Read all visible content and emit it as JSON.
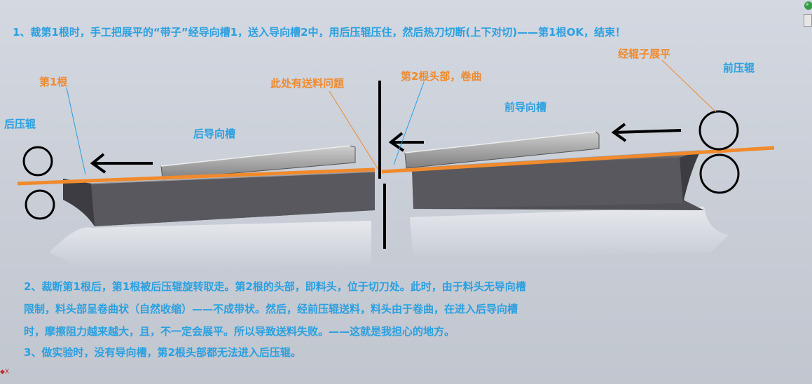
{
  "title": "1、裁第1根时，手工把展平的“带子”经导向槽1，送入导向槽2中，用后压辊压住，然后热刀切断(上下对切)——第1根OK，结束！",
  "labels": {
    "rear_roller": "后压辊",
    "rear_guide": "后导向槽",
    "front_guide": "前导向槽",
    "front_roller": "前压辊",
    "first": "第1根",
    "feed_problem": "此处有送料问题",
    "second_head": "第2根头部，卷曲",
    "flatten": "经辊子展平"
  },
  "notes": [
    "2、裁断第1根后，第1根被后压辊旋转取走。第2根的头部，即料头，位于切刀处。此时，由于料头无导向槽",
    "限制，料头部呈卷曲状（自然收缩）——不成带状。然后，经前压辊送料，料头由于卷曲，在进入后导向槽",
    "时，摩擦阻力越来越大，且，不一定会展平。所以导致送料失败。——这就是我担心的地方。",
    "3、做实验时，没有导向槽，第2根头部都无法进入后压辊。"
  ],
  "colors": {
    "label_blue": "#2aa0e0",
    "label_orange": "#f08a2c",
    "strip": "#f08a2c",
    "ink": "#000000"
  },
  "icons": {
    "corner": "globe-icon",
    "marker": "arrow-x-icon"
  },
  "bottom_marker": "X"
}
